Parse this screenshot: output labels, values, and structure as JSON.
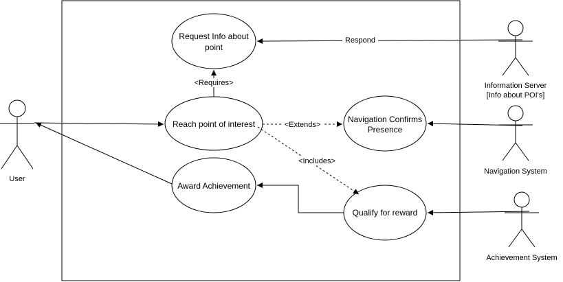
{
  "use_cases": {
    "request_info": [
      "Request Info about",
      "point"
    ],
    "reach_poi": "Reach point of interest",
    "nav_confirms": [
      "Navigation Confirms",
      "Presence"
    ],
    "award": "Award Achievement",
    "qualify": "Qualify for reward"
  },
  "actors": {
    "user": "User",
    "info_server": [
      "Information Server",
      "[Info about POI's]"
    ],
    "nav_system": "Navigation System",
    "achievement_system": "Achievement System"
  },
  "relations": {
    "respond": "Respond",
    "requires": "<Requires>",
    "extends": "<Extends>",
    "includes": "<Includes>"
  }
}
